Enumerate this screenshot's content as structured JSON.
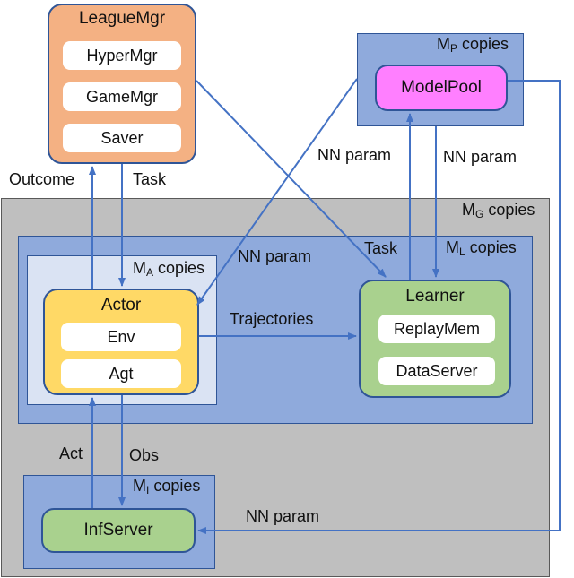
{
  "league_mgr": {
    "title": "LeagueMgr",
    "items": [
      "HyperMgr",
      "GameMgr",
      "Saver"
    ]
  },
  "model_pool": {
    "copies_prefix": "M",
    "copies_sub": "P",
    "copies_suffix": " copies",
    "title": "ModelPool"
  },
  "outer": {
    "copies_prefix": "M",
    "copies_sub": "G",
    "copies_suffix": " copies"
  },
  "learner_group": {
    "copies_prefix": "M",
    "copies_sub": "L",
    "copies_suffix": " copies"
  },
  "actor_group": {
    "copies_prefix": "M",
    "copies_sub": "A",
    "copies_suffix": " copies"
  },
  "actor": {
    "title": "Actor",
    "items": [
      "Env",
      "Agt"
    ]
  },
  "learner": {
    "title": "Learner",
    "items": [
      "ReplayMem",
      "DataServer"
    ]
  },
  "inf_group": {
    "copies_prefix": "M",
    "copies_sub": "I",
    "copies_suffix": " copies"
  },
  "inf_server": {
    "title": "InfServer"
  },
  "edges": {
    "outcome": "Outcome",
    "task_league_actor": "Task",
    "nn_param_pool_actor": "NN param",
    "nn_param_learner_pool": "NN param",
    "task_league_learner": "Task",
    "trajectories": "Trajectories",
    "act": "Act",
    "obs": "Obs",
    "nn_param_pool_inf": "NN param"
  },
  "colors": {
    "league": "#f4b183",
    "model_pool": "#ff7fff",
    "actor": "#ffd966",
    "learner": "#a9d18e",
    "inf_server": "#a9d18e",
    "arrow": "#4472c4"
  }
}
